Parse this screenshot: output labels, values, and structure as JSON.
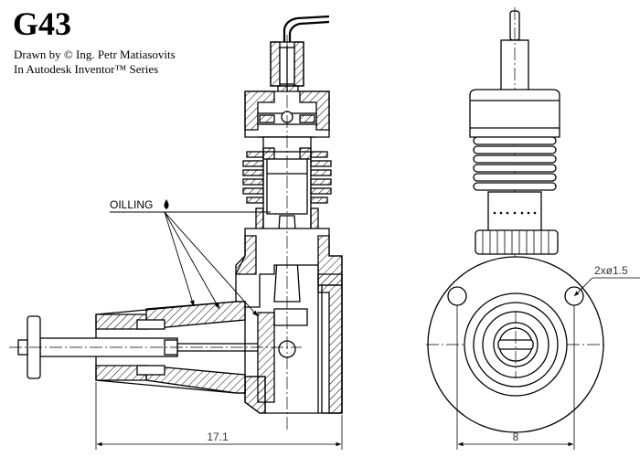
{
  "header": {
    "title": "G43",
    "credit_line1": "Drawn by © Ing. Petr Matiasovits",
    "credit_line2": "In Autodesk Inventor™ Series"
  },
  "annotations": {
    "oilling_label": "OILLING",
    "holes_label": "2xø1.5",
    "side_dimension": "17.1",
    "front_dimension": "8"
  }
}
